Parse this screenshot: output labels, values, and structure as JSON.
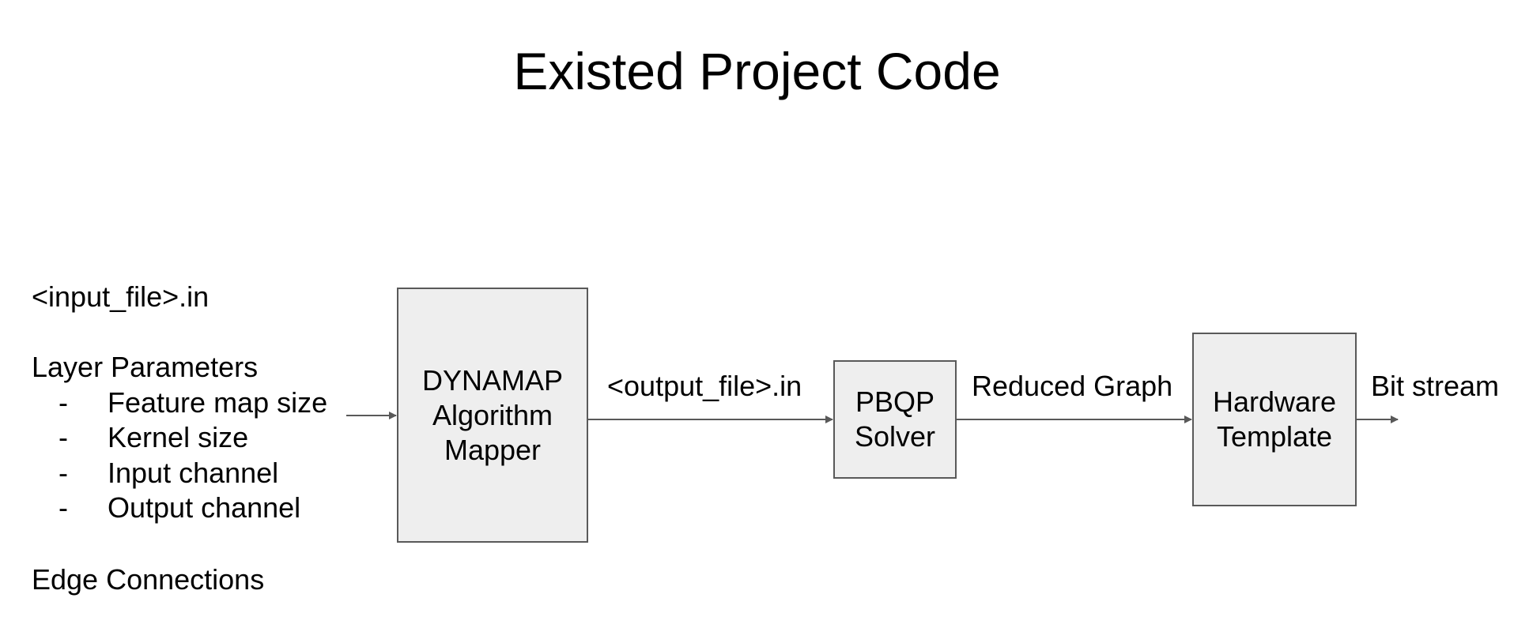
{
  "title": "Existed Project Code",
  "input": {
    "filename": "<input_file>.in",
    "layer_heading": "Layer Parameters",
    "bullets": [
      "Feature map size",
      "Kernel size",
      "Input channel",
      "Output channel"
    ],
    "bullet_marker": "-",
    "edge_heading": "Edge Connections"
  },
  "boxes": {
    "mapper": "DYNAMAP\nAlgorithm\nMapper",
    "solver": "PBQP\nSolver",
    "hardware": "Hardware\nTemplate"
  },
  "edge_labels": {
    "mapper_to_solver": "<output_file>.in",
    "solver_to_hardware": "Reduced Graph",
    "hardware_out": "Bit stream"
  },
  "colors": {
    "box_fill": "#eeeeee",
    "box_border": "#595959",
    "arrow": "#595959",
    "text": "#000000"
  }
}
